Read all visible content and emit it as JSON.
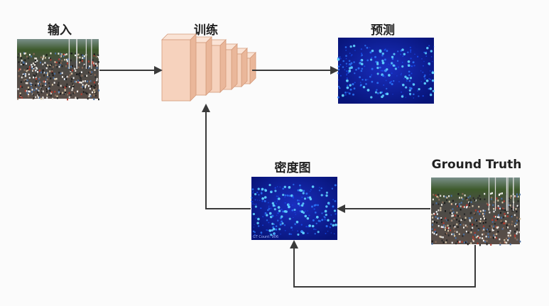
{
  "nodes": {
    "input": {
      "label": "输入"
    },
    "train": {
      "label": "训练"
    },
    "predict": {
      "label": "预测"
    },
    "density": {
      "label": "密度图",
      "caption": "GT Count: 906"
    },
    "ground_truth": {
      "label": "Ground Truth"
    }
  },
  "colors": {
    "arrow": "#3a3a3a",
    "layer_fill": "#f6d2bd",
    "layer_stroke": "#d49a7a",
    "map_dark": "#0a1a8e",
    "map_bright": "#5fd0ff",
    "crowd_sky": "#6d8f9e",
    "crowd_trees": "#3b5a2a"
  }
}
